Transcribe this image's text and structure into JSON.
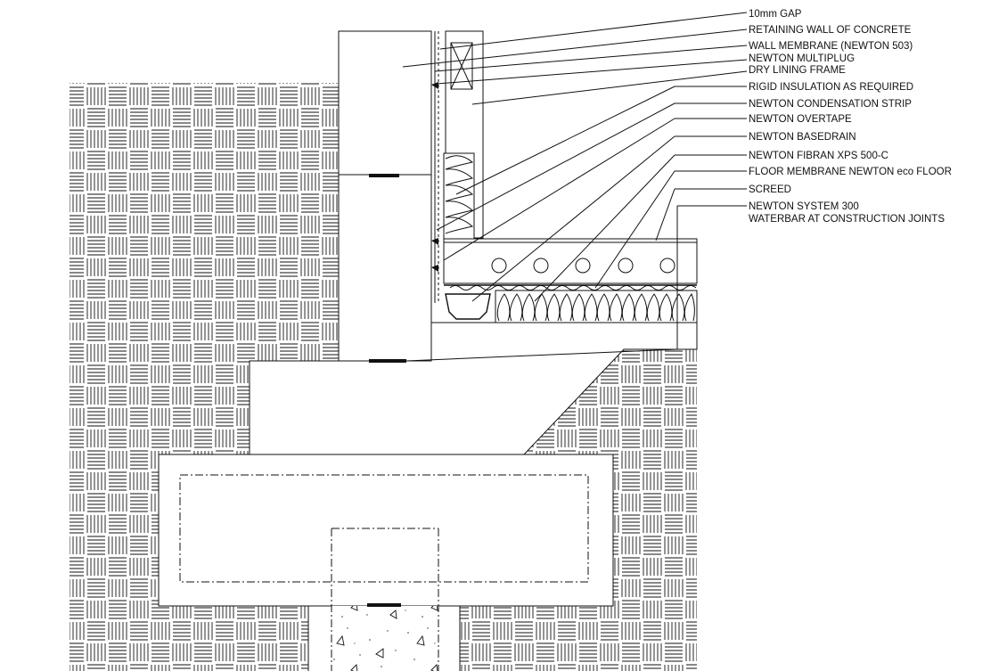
{
  "labels": {
    "gap": "10mm GAP",
    "retaining_wall": "RETAINING WALL OF CONCRETE",
    "wall_membrane": "WALL MEMBRANE (NEWTON 503)",
    "multiplug": "NEWTON MULTIPLUG",
    "dry_lining": "DRY LINING FRAME",
    "rigid_insulation": "RIGID INSULATION AS REQUIRED",
    "condensation_strip": "NEWTON CONDENSATION STRIP",
    "overtape": "NEWTON OVERTAPE",
    "basedrain": "NEWTON BASEDRAIN",
    "fibran": "NEWTON FIBRAN XPS 500-C",
    "floor_membrane": "FLOOR MEMBRANE NEWTON eco FLOOR",
    "screed": "SCREED",
    "system300_line1": "NEWTON SYSTEM 300",
    "system300_line2": "WATERBAR AT CONSTRUCTION JOINTS"
  },
  "colors": {
    "ink": "#111111",
    "paper": "#ffffff"
  }
}
